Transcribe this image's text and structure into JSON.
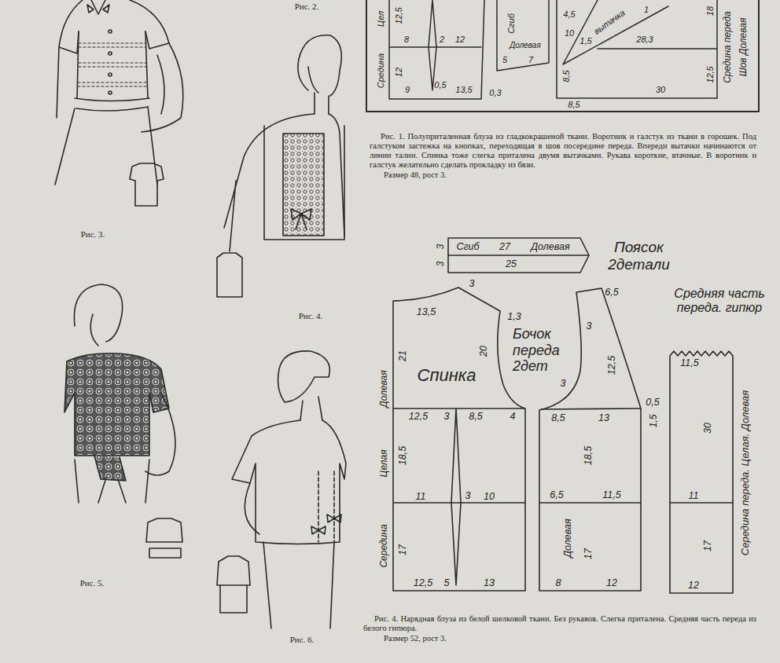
{
  "diagram": {
    "nodes": [
      {
        "text": [
          "Поясок 2детали",
          "Сгиб",
          "27",
          "Долевая",
          "3",
          "3",
          "25"
        ]
      },
      {
        "text": [
          "Спинка",
          "13,5",
          "3",
          "1,3",
          "20",
          "21",
          "Долевая",
          "Целая",
          "Середина",
          "12,5",
          "3",
          "8,5",
          "4",
          "18,5",
          "11",
          "3",
          "10",
          "17",
          "12,5",
          "5",
          "13"
        ]
      },
      {
        "text": [
          "Бочок переда 2дет",
          "3",
          "6,5",
          "12,5",
          "3",
          "0,5",
          "1,5",
          "8,5",
          "13",
          "18,5",
          "6,5",
          "11,5",
          "Долевая",
          "17",
          "8",
          "12"
        ]
      },
      {
        "text": [
          "Средняя часть переда. гипюр",
          "11,5",
          "30",
          "11",
          "17",
          "12",
          "Середина переда. Целая. Долевая"
        ]
      }
    ],
    "labels": [
      "Рис. 2.",
      "Рис. 3.",
      "Рис. 4.",
      "Рис. 5.",
      "Рис. 6.",
      "Рис. 1. Полуприталенная блуза из гладкокрашеной ткани. Воротник и галстук из ткани в горошек. Под галстуком застежка на кнопках, переходящая в шов посередине переда. Впереди вытачки начинаются от линии талии. Спинка тоже слегка приталена двумя вытачками. Рукава короткие, втачные. В воротник и галстук желательно сделать прокладку из бязи.",
      "Размер 48, рост 3.",
      "Рис. 4. Нарядная блуза из белой шелковой ткани. Без рукавов. Слегка приталена. Средняя часть переда из белого гипюра.",
      "Размер 52, рост 3.",
      "Цел",
      "Средина",
      "12,5",
      "8",
      "2",
      "12",
      "12",
      "9",
      "0,5",
      "13,5",
      "0,3",
      "Сгиб",
      "Долевая",
      "5",
      "7",
      "4,5",
      "вытачка",
      "1",
      "10",
      "1,5",
      "28,3",
      "8,5",
      "30",
      "8,5",
      "18",
      "12,5",
      "Средина переда",
      "Шов Долевая"
    ]
  }
}
